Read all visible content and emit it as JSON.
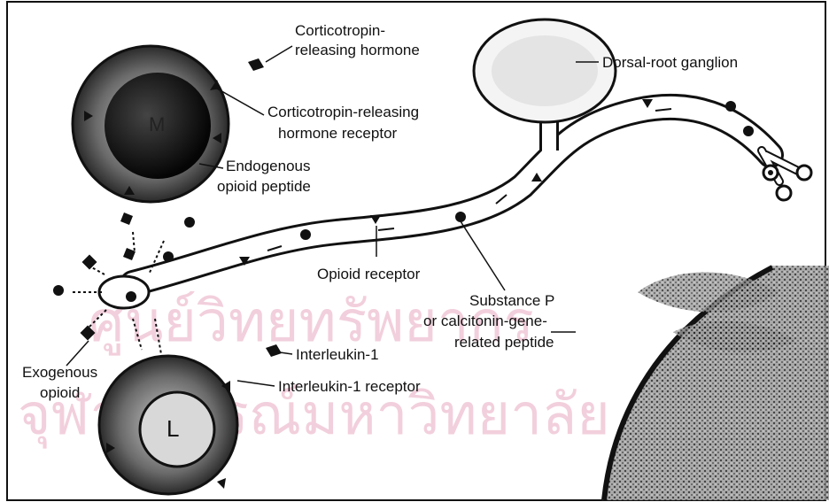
{
  "watermark": {
    "line1": "ศูนย์วิทยทรัพยากร",
    "line2": "จุฬาลงกรณ์มหาวิทยาลัย"
  },
  "cells": {
    "macrophage_letter": "M",
    "lymphocyte_letter": "L"
  },
  "labels": {
    "crh_line1": "Corticotropin-",
    "crh_line2": "releasing hormone",
    "crh_receptor_line1": "Corticotropin-releasing",
    "crh_receptor_line2": "hormone receptor",
    "endogenous_line1": "Endogenous",
    "endogenous_line2": "opioid peptide",
    "dorsal_root": "Dorsal-root ganglion",
    "opioid_receptor": "Opioid receptor",
    "substance_p_line1": "Substance P",
    "substance_p_line2": "or calcitonin-gene-",
    "substance_p_line3": "related peptide",
    "exogenous_line1": "Exogenous",
    "exogenous_line2": "opioid",
    "il1": "Interleukin-1",
    "il1_receptor": "Interleukin-1 receptor"
  },
  "colors": {
    "ink": "#111111",
    "watermark": "#e8a8c0"
  }
}
